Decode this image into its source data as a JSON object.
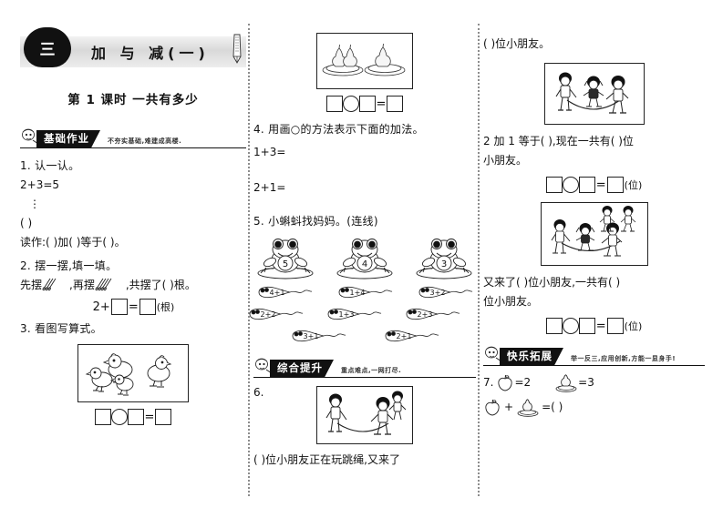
{
  "header": {
    "unit_number": "三",
    "unit_title": "加  与  减(一)",
    "lesson_title": "第 1 课时  一共有多少",
    "pencil_icon": "pencil-icon"
  },
  "sections": {
    "basic": {
      "tag": "基础作业",
      "subtitle": "不夯实基础,难建成高楼."
    },
    "improve": {
      "tag": "综合提升",
      "subtitle": "重点难点,一网打尽."
    },
    "extend": {
      "tag": "快乐拓展",
      "subtitle": "举一反三,应用创新,方能一显身手!"
    }
  },
  "q1": {
    "title": "1. 认一认。",
    "equation": "2+3=5",
    "dots": "⋮",
    "paren": "(     )",
    "read_as": "读作:(        )加(        )等于(        )。"
  },
  "q2": {
    "title": "2. 摆一摆,填一填。",
    "line_a": "先摆",
    "line_b": ",再摆",
    "line_c": ",共摆了(       )根。",
    "first_sticks": 3,
    "second_sticks": 4,
    "formula_prefix": "2+",
    "formula_eq": "=",
    "formula_unit": "(根)"
  },
  "q3": {
    "title": "3. 看图写算式。",
    "picture": "chicks-picture",
    "chick_count": 4
  },
  "q_top_mid": {
    "picture": "pears-on-plates-picture",
    "plate1_pears": 2,
    "plate2_pears": 1
  },
  "q4": {
    "title": "4. 用画○的方法表示下面的加法。",
    "items": [
      "1+3=",
      "2+1="
    ]
  },
  "q5": {
    "title": "5. 小蝌蚪找妈妈。(连线)",
    "frogs": [
      "5",
      "4",
      "3"
    ],
    "tadpoles_row1": [
      "4+1",
      "1+4",
      "3+2"
    ],
    "tadpoles_row2": [
      "2+2",
      "1+3",
      "2+3"
    ],
    "tadpoles_row3": [
      "3+1",
      "2+1"
    ]
  },
  "q6": {
    "number": "6.",
    "picture1": "two-kids-jumping-rope-picture",
    "text1": "(       )位小朋友正在玩跳绳,又来了",
    "text2": "(       )位小朋友。",
    "picture2": "three-kids-jumping-rope-picture",
    "text3": "2 加 1 等于(        ),现在一共有(        )位",
    "text4": "小朋友。",
    "box_unit": "(位)",
    "picture3": "five-kids-jumping-rope-picture",
    "text5": "又来了(        )位小朋友,一共有(        )",
    "text6": "位小朋友。",
    "box_unit2": "(位)"
  },
  "q7": {
    "number": "7.",
    "apple_eq": "=2",
    "pear_eq": "=3",
    "plus": "+",
    "result": "=(        )",
    "apple_icon": "apple-icon",
    "pear_icon": "pear-icon"
  },
  "colors": {
    "ink": "#111111",
    "banner_gray": "#d9d9d9",
    "divider": "#8c8c8c"
  }
}
